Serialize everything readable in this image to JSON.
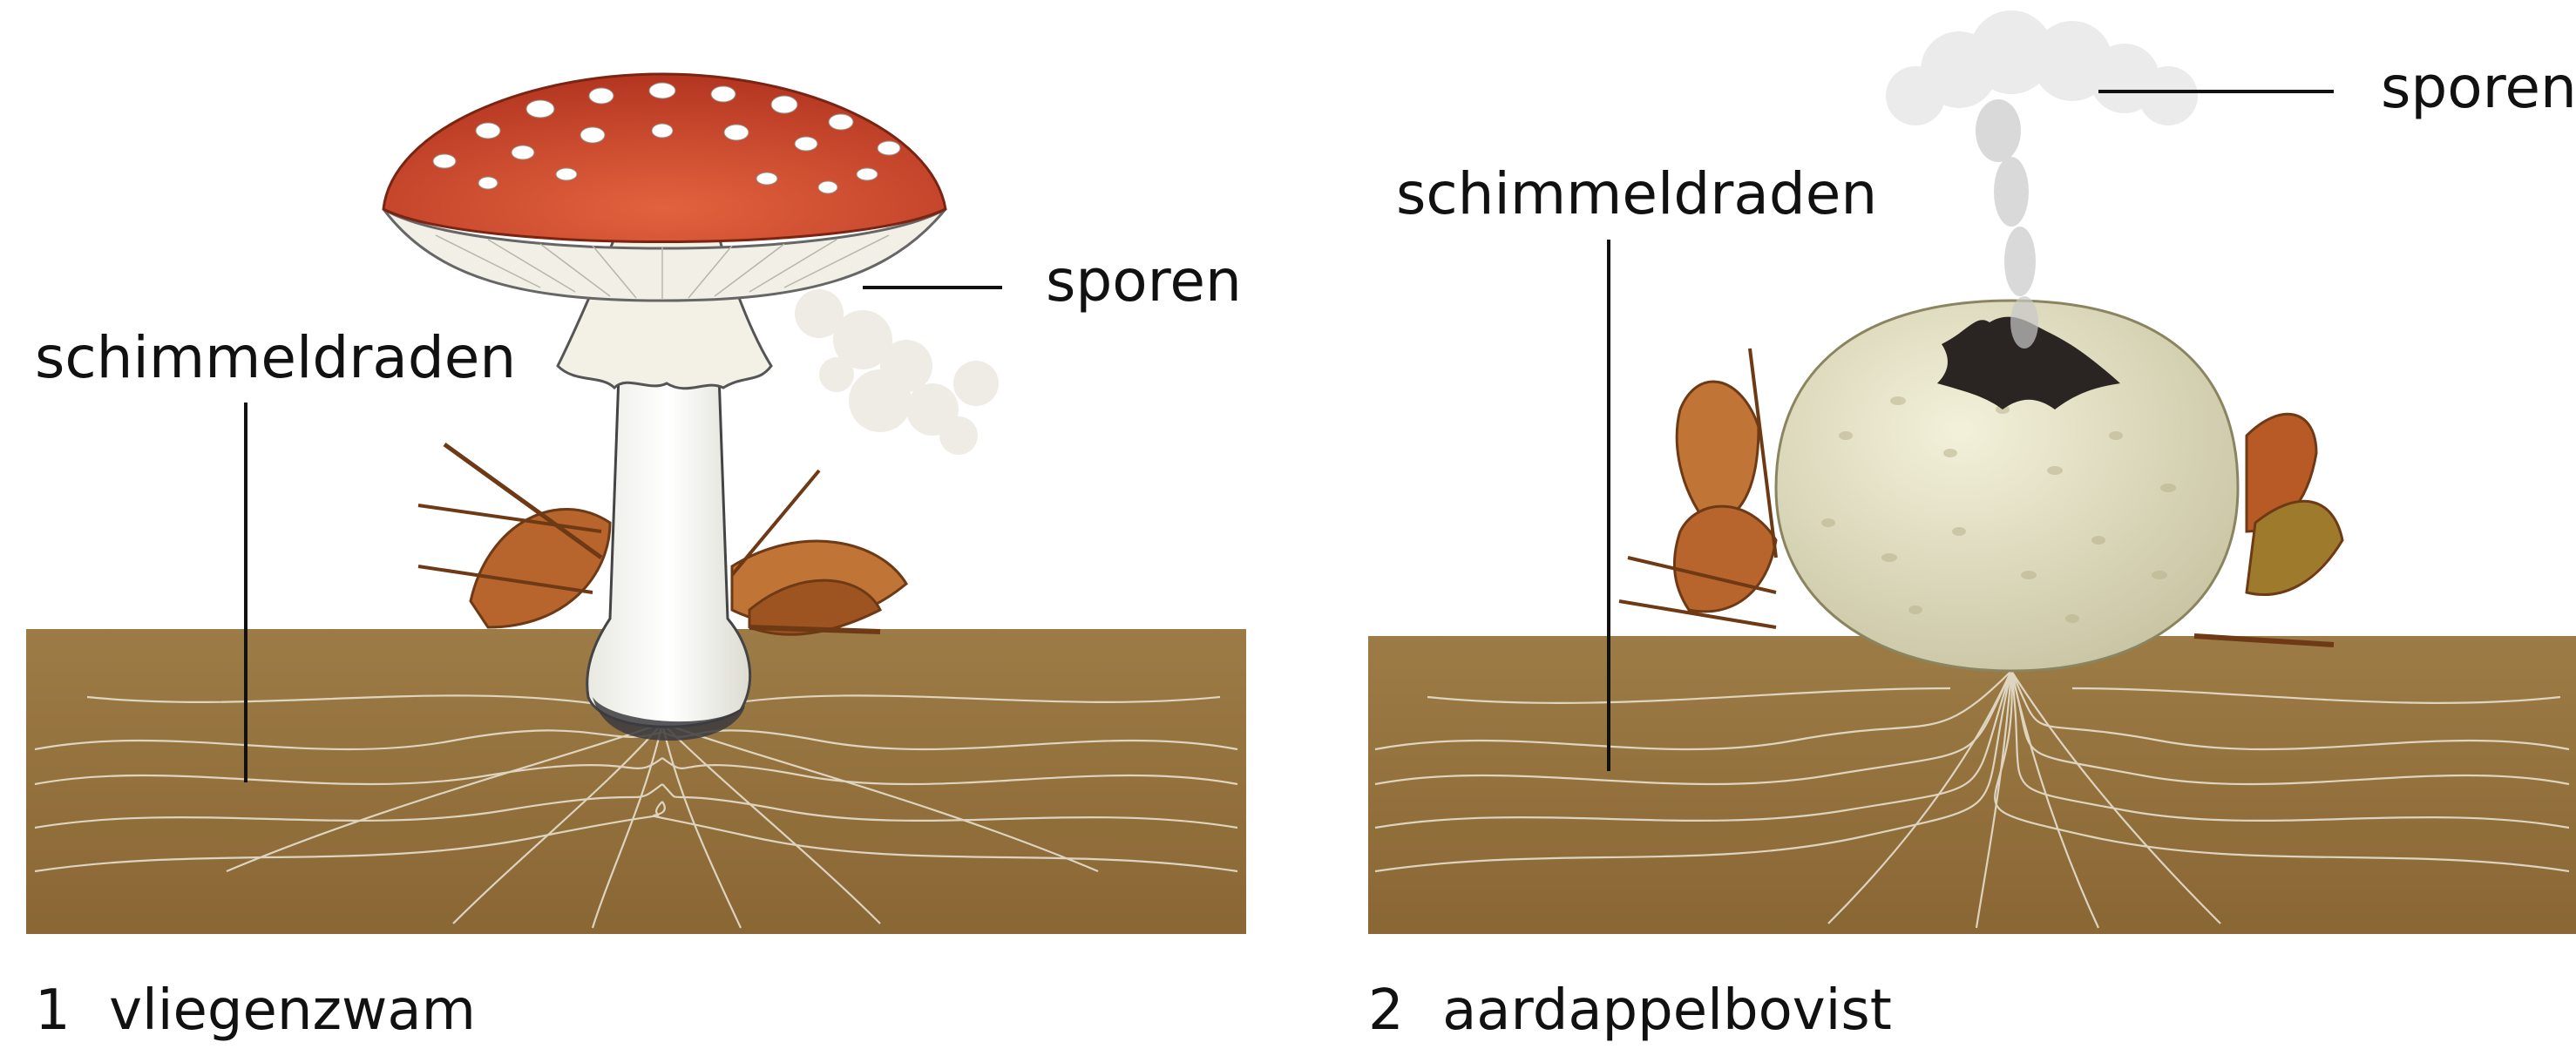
{
  "panels": [
    {
      "number": "1",
      "name": "vliegenzwam",
      "labels": {
        "threads": "schimmeldraden",
        "spores": "sporen"
      }
    },
    {
      "number": "2",
      "name": "aardappelbovist",
      "labels": {
        "threads": "schimmeldraden",
        "spores": "sporen"
      }
    }
  ],
  "colors": {
    "soil": "#9c7a44",
    "soil_dark": "#7a5a2c",
    "mycelium": "#e8e2d4",
    "cap_red": "#c8442a",
    "puffball": "#e6e2c6",
    "leaf": "#b7652c"
  }
}
